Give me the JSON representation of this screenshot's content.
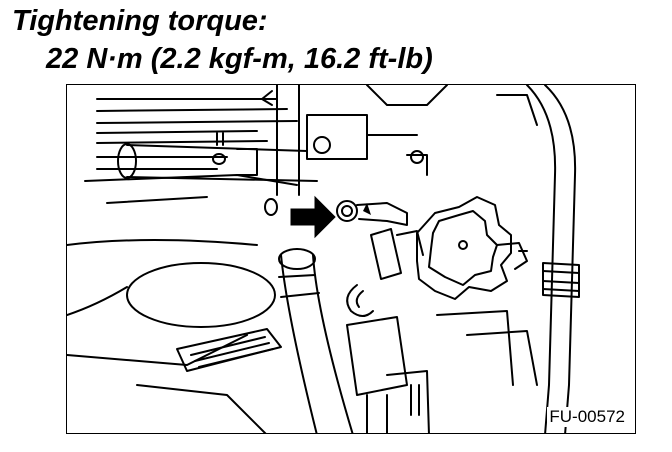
{
  "spec": {
    "title": "Tightening torque:",
    "value": "22 N·m (2.2 kgf-m, 16.2 ft-lb)"
  },
  "figure": {
    "code": "FU-00572",
    "arrow_icon": "arrow-right-icon"
  }
}
